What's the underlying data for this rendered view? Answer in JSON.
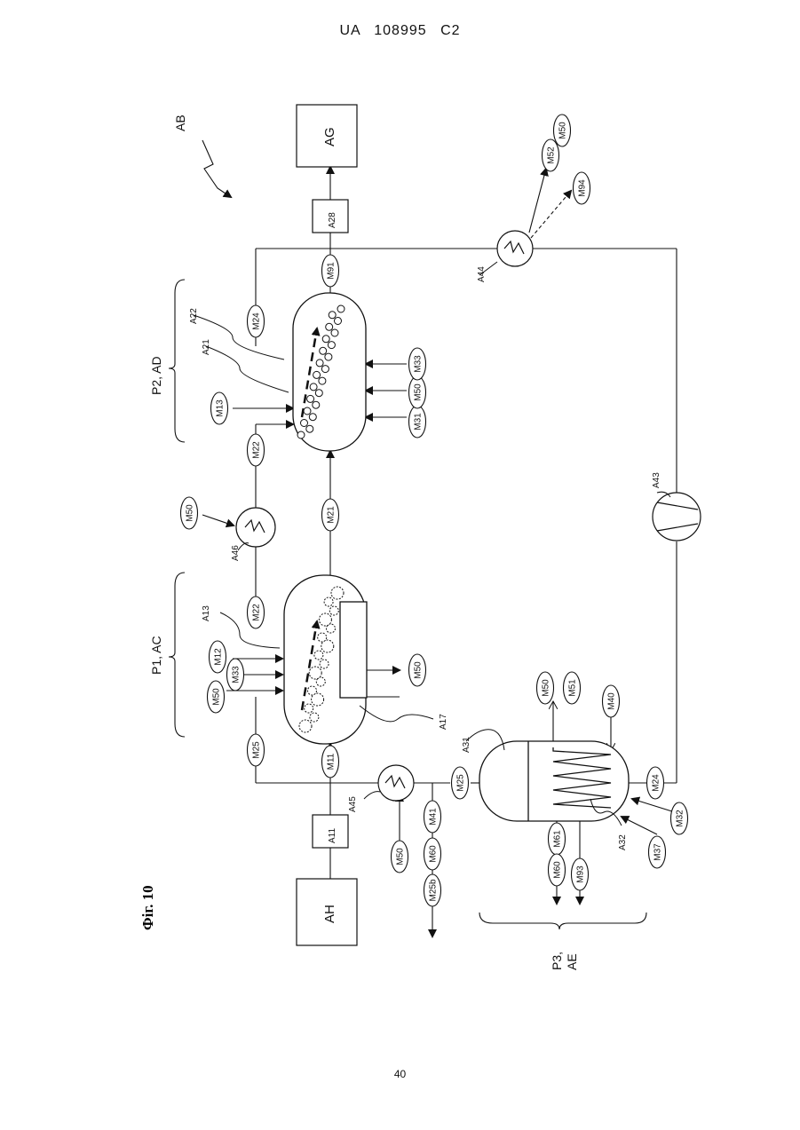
{
  "page": {
    "header": "UA 108995 C2",
    "footer": "40"
  },
  "figure": {
    "title": "Фіг. 10",
    "ref_ab": "AB",
    "boxes": {
      "ah": "AH",
      "a11": "A11",
      "ag": "AG",
      "a28": "A28"
    },
    "processes": {
      "p1": "P1, AC",
      "p2": "P2, AD",
      "p3_line1": "P3,",
      "p3_line2": "AE"
    },
    "components": {
      "a13": "A13",
      "a17": "A17",
      "a21": "A21",
      "a22": "A22",
      "a31": "A31",
      "a32": "A32",
      "a43": "A43",
      "a44": "A44",
      "a45": "A45",
      "a46": "A46"
    },
    "streams": {
      "m11": "M11",
      "m12": "M12",
      "m13": "M13",
      "m21": "M21",
      "m22a": "M22",
      "m22b": "M22",
      "m24a": "M24",
      "m24b": "M24",
      "m25a": "M25",
      "m25b_node": "M25",
      "m25b": "M25b",
      "m31": "M31",
      "m32": "M32",
      "m33a": "M33",
      "m33b": "M33",
      "m37": "M37",
      "m40": "M40",
      "m41": "M41",
      "m50a": "M50",
      "m50b": "M50",
      "m50c": "M50",
      "m50d": "M50",
      "m50e": "M50",
      "m50f": "M50",
      "m50g": "M50",
      "m51": "M51",
      "m52": "M52",
      "m60a": "M60",
      "m60b": "M60",
      "m61": "M61",
      "m91": "M91",
      "m93": "M93",
      "m94": "M94"
    }
  }
}
